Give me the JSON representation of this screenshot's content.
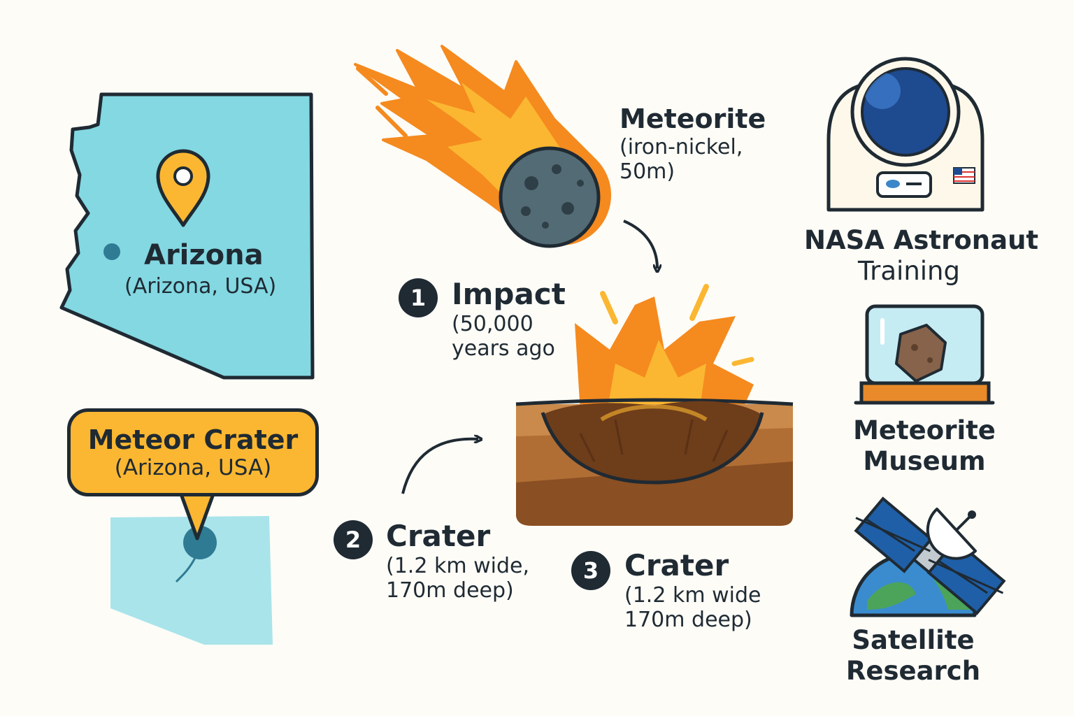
{
  "map": {
    "state_label": "Arizona",
    "state_sublabel": "(Arizona, USA)"
  },
  "callout": {
    "title": "Meteor Crater",
    "subtitle": "(Arizona, USA)"
  },
  "meteorite": {
    "title": "Meteorite",
    "line1": "(iron-nickel,",
    "line2": "50m)"
  },
  "steps": [
    {
      "number": "1",
      "title": "Impact",
      "line1": "(50,000",
      "line2": "years ago"
    },
    {
      "number": "2",
      "title": "Crater",
      "line1": "(1.2 km wide,",
      "line2": "170m deep)"
    },
    {
      "number": "3",
      "title": "Crater",
      "line1": "(1.2 km wide",
      "line2": "170m deep)"
    }
  ],
  "sidebar": {
    "items": [
      {
        "icon": "astronaut-icon",
        "line1": "NASA Astronaut",
        "line2": "Training"
      },
      {
        "icon": "museum-display-icon",
        "line1": "Meteorite",
        "line2": "Museum"
      },
      {
        "icon": "satellite-icon",
        "line1": "Satellite",
        "line2": "Research"
      }
    ]
  },
  "colors": {
    "map_fill": "#83d8e2",
    "outline": "#1f2a33",
    "accent_orange": "#f58a1f",
    "accent_yellow": "#fbb731",
    "rock": "#536b74",
    "soil_dark": "#8a4f22",
    "soil_light": "#c98a4b",
    "background": "#fdfcf7"
  }
}
